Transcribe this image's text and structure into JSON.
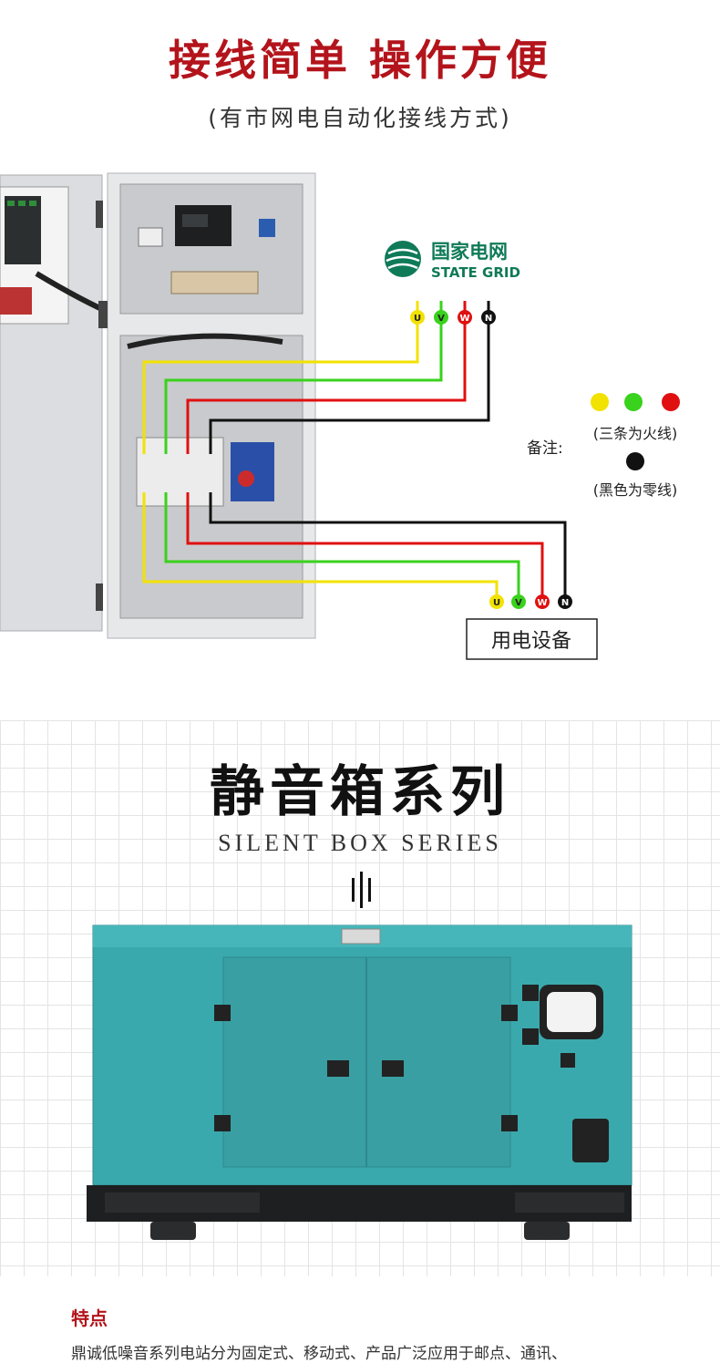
{
  "header": {
    "title": "接线简单 操作方便",
    "subtitle": "(有市网电自动化接线方式)"
  },
  "wiring": {
    "grid_logo_cn": "国家电网",
    "grid_logo_en": "STATE GRID",
    "terminals": [
      "U",
      "V",
      "W",
      "N"
    ],
    "note_label": "备注:",
    "note_live": "(三条为火线)",
    "note_neutral": "(黑色为零线)",
    "load_label": "用电设备",
    "colors": {
      "U": "#f2e200",
      "V": "#39d21c",
      "W": "#e01010",
      "N": "#111111"
    }
  },
  "series": {
    "title": "静音箱系列",
    "subtitle": "SILENT BOX SERIES"
  },
  "product": {
    "body_color": "#3aa9ad"
  },
  "features": {
    "title": "特点",
    "text": "鼎诚低噪音系列电站分为固定式、移动式、产品广泛应用于邮点、通讯、"
  }
}
